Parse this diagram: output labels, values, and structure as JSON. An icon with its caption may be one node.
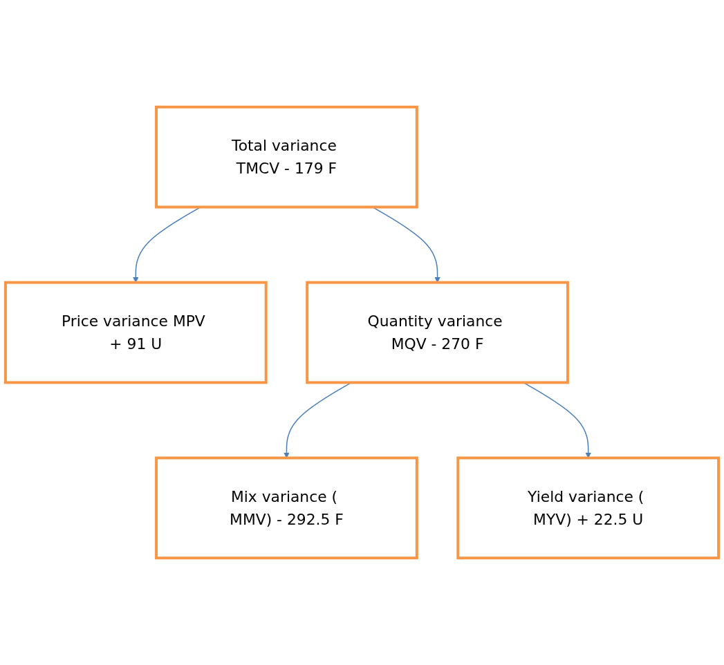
{
  "diagram": {
    "nodes": [
      {
        "text": [
          "Total variance TMCV - 179 F"
        ]
      },
      {
        "text": [
          "Price variance MPV + 91 U"
        ]
      },
      {
        "text": [
          "Quantity variance MQV - 270 F"
        ]
      },
      {
        "text": [
          "Mix variance ( MMV) - 292.5 F"
        ]
      },
      {
        "text": [
          "Yield variance ( MYV) + 22.5 U"
        ]
      }
    ],
    "edges": [
      {
        "from": 0,
        "to": 1,
        "arrow": "to"
      },
      {
        "from": 0,
        "to": 2,
        "arrow": "to"
      },
      {
        "from": 2,
        "to": 3,
        "arrow": "to"
      },
      {
        "from": 2,
        "to": 4,
        "arrow": "to"
      }
    ]
  }
}
